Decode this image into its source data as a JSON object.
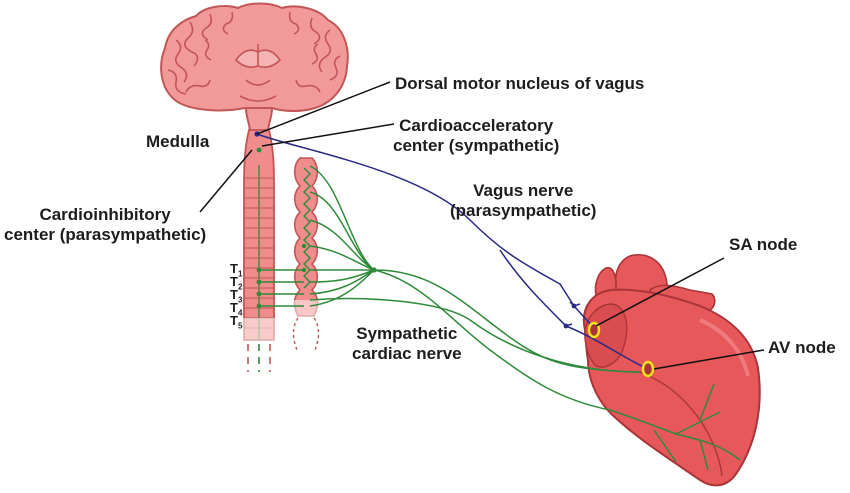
{
  "labels": {
    "dorsal_motor_nucleus": "Dorsal motor nucleus of vagus",
    "medulla": "Medulla",
    "cardioaccelerator_line1": "Cardioacceleratory",
    "cardioaccelerator_line2": "center (sympathetic)",
    "vagus_line1": "Vagus nerve",
    "vagus_line2": "(parasympathetic)",
    "cardioinhibitory_line1": "Cardioinhibitory",
    "cardioinhibitory_line2": "center (parasympathetic)",
    "sa_node": "SA node",
    "av_node": "AV node",
    "sympathetic_line1": "Sympathetic",
    "sympathetic_line2": "cardiac nerve"
  },
  "segments": [
    {
      "letter": "T",
      "sub": "1"
    },
    {
      "letter": "T",
      "sub": "2"
    },
    {
      "letter": "T",
      "sub": "3"
    },
    {
      "letter": "T",
      "sub": "4"
    },
    {
      "letter": "T",
      "sub": "5"
    }
  ],
  "colors": {
    "tissue": "#f08c8c",
    "tissue_dark": "#c25656",
    "heart": "#e7585a",
    "heart_dark": "#a93538",
    "vagus_nerve": "#2a2a86",
    "sympathetic_nerve": "#2f8a3a",
    "node_ring": "#f2e51c",
    "text": "#1d1d1f"
  }
}
